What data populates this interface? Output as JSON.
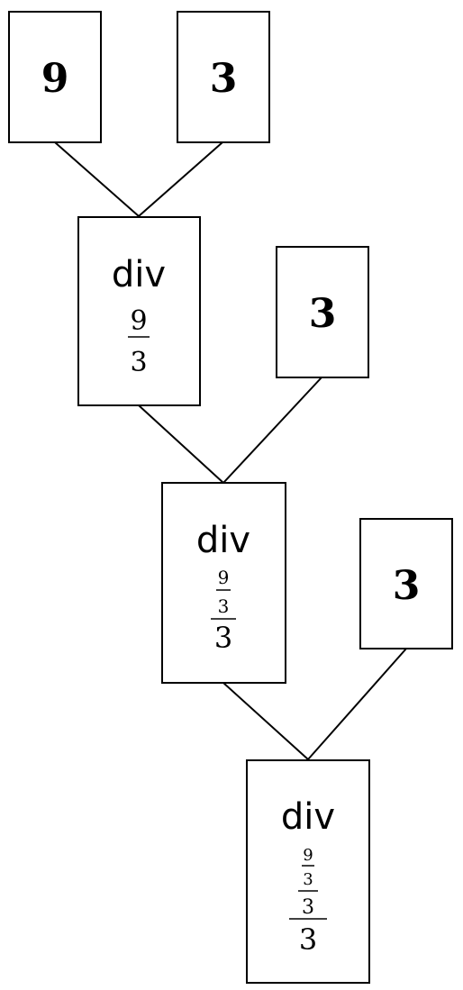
{
  "diagram": {
    "leaf_9_top": {
      "value": "9"
    },
    "leaf_3_top": {
      "value": "3"
    },
    "leaf_3_mid": {
      "value": "3"
    },
    "leaf_3_low": {
      "value": "3"
    },
    "div_1": {
      "op": "div",
      "numerator": "9",
      "denominator": "3"
    },
    "div_2": {
      "op": "div",
      "inner_numerator": "9",
      "inner_denominator": "3",
      "denominator": "3"
    },
    "div_3": {
      "op": "div",
      "inner_numerator": "9",
      "inner_denominator": "3",
      "mid_denominator": "3",
      "denominator": "3"
    }
  }
}
